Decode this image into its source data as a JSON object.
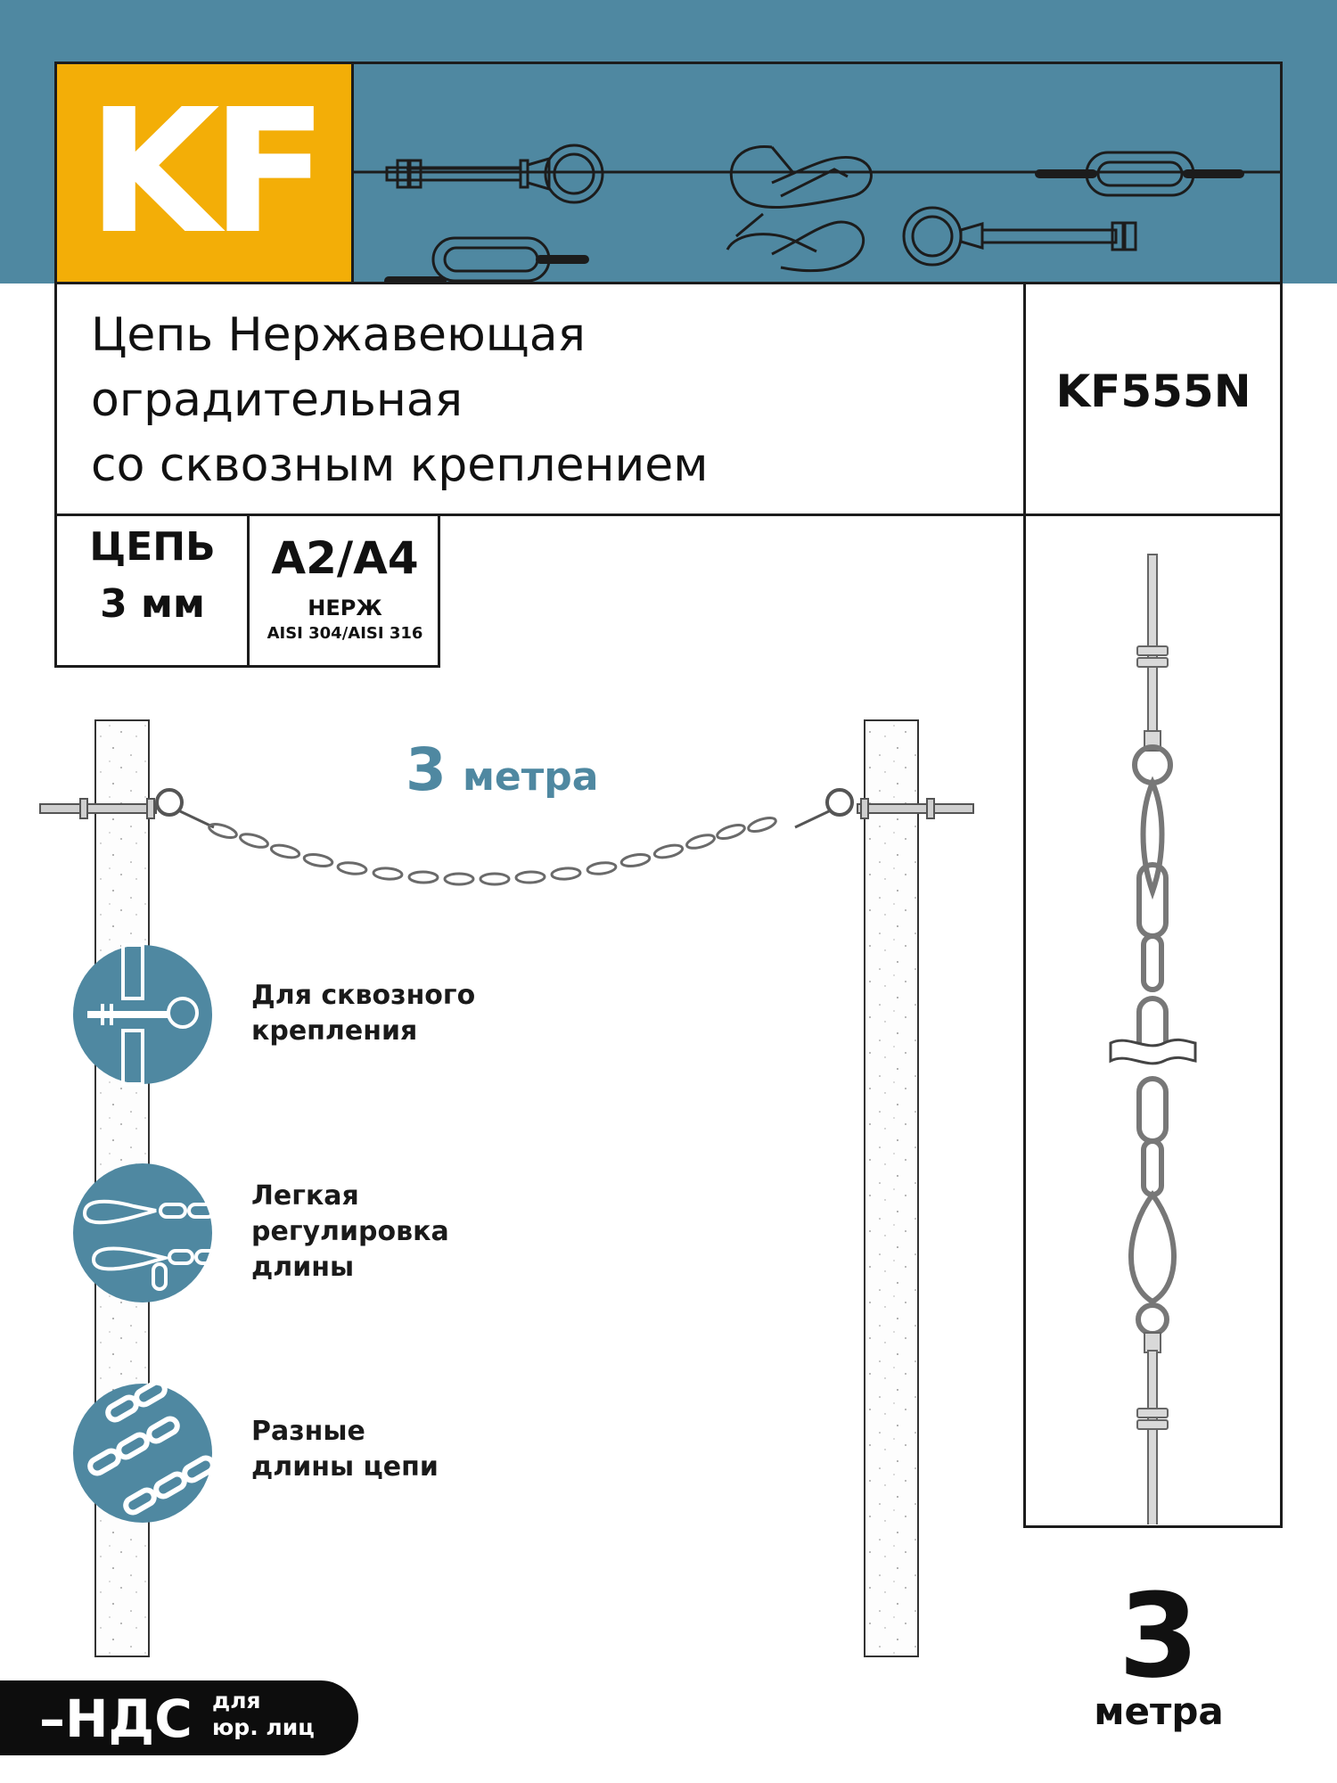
{
  "brand": {
    "logo_text": "KF"
  },
  "product": {
    "title_line1": "Цепь Нержавеющая",
    "title_line2": "оградительная",
    "title_line3": "со сквозным креплением",
    "sku": "KF555N"
  },
  "specs": {
    "chain_label": "ЦЕПЬ",
    "chain_size": "3 мм",
    "grade": "A2/A4",
    "grade_sub": "НЕРЖ",
    "grade_std": "AISI 304/AISI 316"
  },
  "illustration": {
    "length_value": "3",
    "length_unit": "метра"
  },
  "features": [
    {
      "icon": "through-mount-icon",
      "line1": "Для сквозного",
      "line2": "крепления",
      "line3": ""
    },
    {
      "icon": "chain-adjust-icon",
      "line1": "Легкая",
      "line2": "регулировка",
      "line3": "длины"
    },
    {
      "icon": "chains-icon",
      "line1": "Разные",
      "line2": "длины цепи",
      "line3": ""
    }
  ],
  "length_badge": {
    "value": "3",
    "unit": "метра"
  },
  "vat_badge": {
    "main": "–НДС",
    "sub1": "для",
    "sub2": "юр. лиц"
  },
  "colors": {
    "header_blue": "#4f88a1",
    "logo_yellow": "#f3ae07",
    "text_dark": "#111111"
  }
}
